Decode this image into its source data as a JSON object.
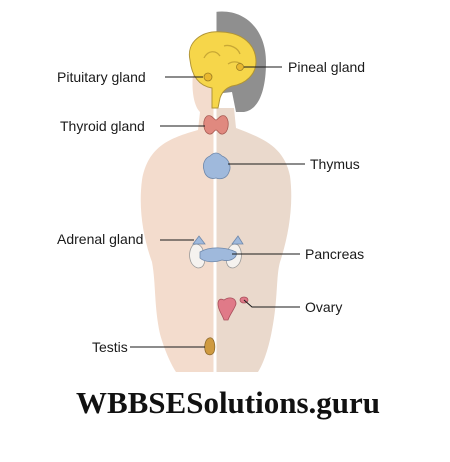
{
  "labels": {
    "pituitary": "Pituitary gland",
    "pineal": "Pineal gland",
    "thyroid": "Thyroid gland",
    "thymus": "Thymus",
    "adrenal": "Adrenal gland",
    "pancreas": "Pancreas",
    "ovary": "Ovary",
    "testis": "Testis"
  },
  "watermark": "WBBSESolutions.guru",
  "colors": {
    "male_skin": "#f3dccd",
    "female_skin": "#ead9cc",
    "hair": "#8f8f8f",
    "brain": "#f6d64a",
    "thyroid": "#e0897f",
    "thymus": "#9fb9dc",
    "kidney": "#f5f2ef",
    "ovary": "#e07a88"
  }
}
